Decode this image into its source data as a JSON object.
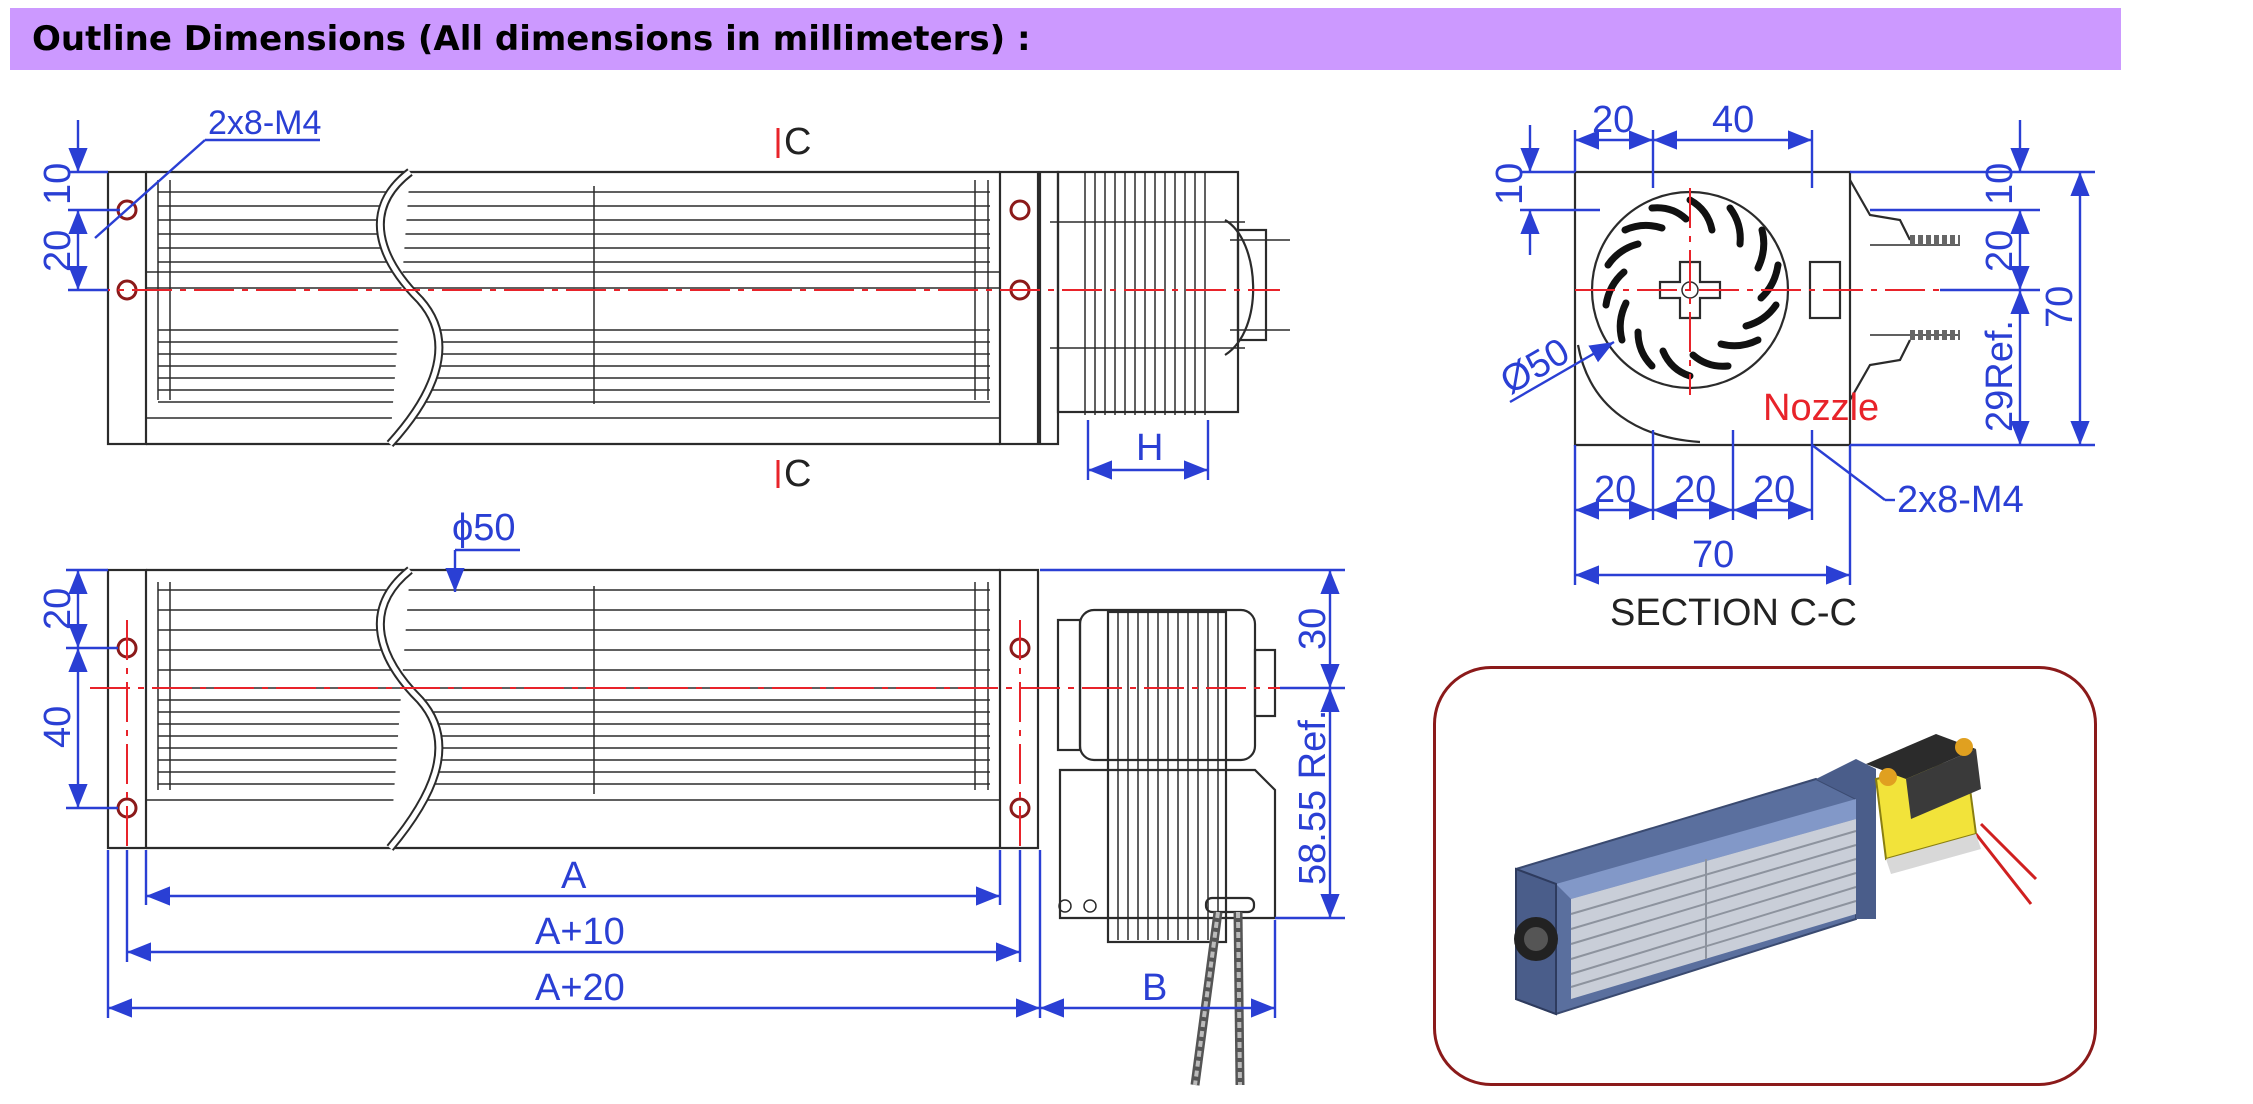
{
  "header": {
    "title": "Outline Dimensions (All dimensions in millimeters) :"
  },
  "colors": {
    "header_bg": "#cc99ff",
    "dimension": "#2a3fd4",
    "centerline": "#e8232a",
    "frame": "#8b1a1a"
  },
  "top_view": {
    "screw_label": "2x8-M4",
    "section_marker": "C",
    "dims": {
      "left_10": "10",
      "left_20": "20",
      "h": "H"
    }
  },
  "front_view": {
    "diameter": "ϕ50",
    "dims": {
      "left_20": "20",
      "left_40": "40",
      "right_30": "30",
      "right_58": "58.55 Ref.",
      "a": "A",
      "a10": "A+10",
      "a20": "A+20",
      "b": "B"
    }
  },
  "section_view": {
    "title": "SECTION C-C",
    "diameter": "Ø50",
    "nozzle": "Nozzle",
    "screw_label": "2x8-M4",
    "dims": {
      "top_20": "20",
      "top_40": "40",
      "left_10": "10",
      "right_10": "10",
      "right_20": "20",
      "right_70": "70",
      "right_29": "29Ref.",
      "bot_20a": "20",
      "bot_20b": "20",
      "bot_20c": "20",
      "bot_70": "70"
    }
  },
  "photo": {
    "icon": "cross-flow-fan-3d-render"
  }
}
